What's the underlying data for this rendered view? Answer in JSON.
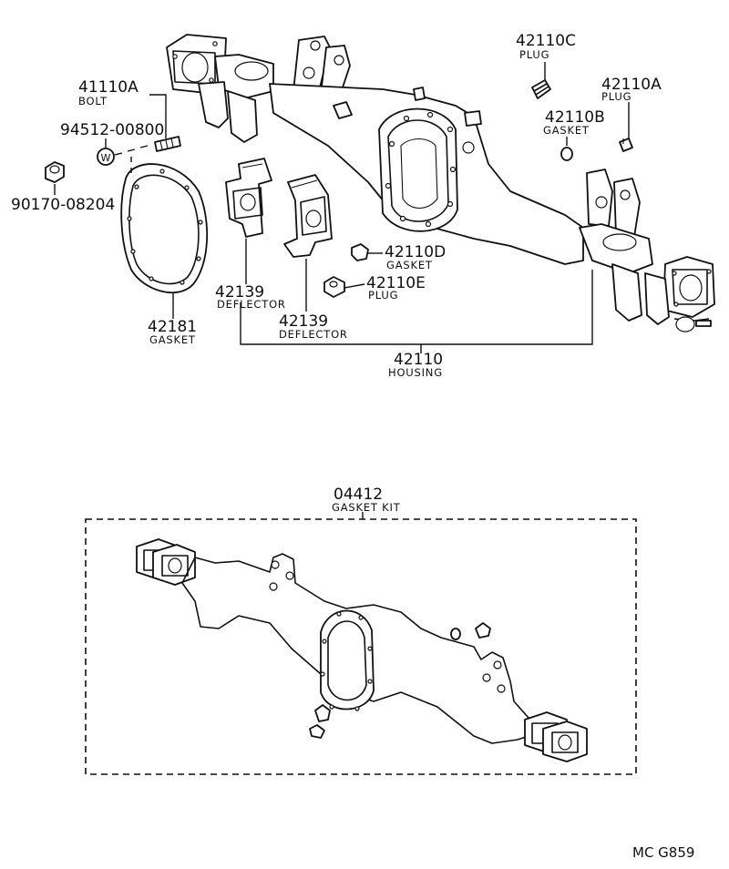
{
  "parts": {
    "plug_c": {
      "number": "42110C",
      "label": "PLUG"
    },
    "plug_a": {
      "number": "42110A",
      "label": "PLUG"
    },
    "gasket_b": {
      "number": "42110B",
      "label": "GASKET"
    },
    "bolt": {
      "number": "41110A",
      "label": "BOLT"
    },
    "washer": {
      "number": "94512-00800",
      "symbol": "W"
    },
    "nut": {
      "number": "90170-08204"
    },
    "gasket_d": {
      "number": "42110D",
      "label": "GASKET"
    },
    "plug_e": {
      "number": "42110E",
      "label": "PLUG"
    },
    "deflector_1": {
      "number": "42139",
      "label": "DEFLECTOR"
    },
    "deflector_2": {
      "number": "42139",
      "label": "DEFLECTOR"
    },
    "cover_gasket": {
      "number": "42181",
      "label": "GASKET"
    },
    "housing": {
      "number": "42110",
      "label": "HOUSING"
    },
    "gasket_kit": {
      "number": "04412",
      "label": "GASKET KIT"
    }
  },
  "diagram_code": "MC G859"
}
